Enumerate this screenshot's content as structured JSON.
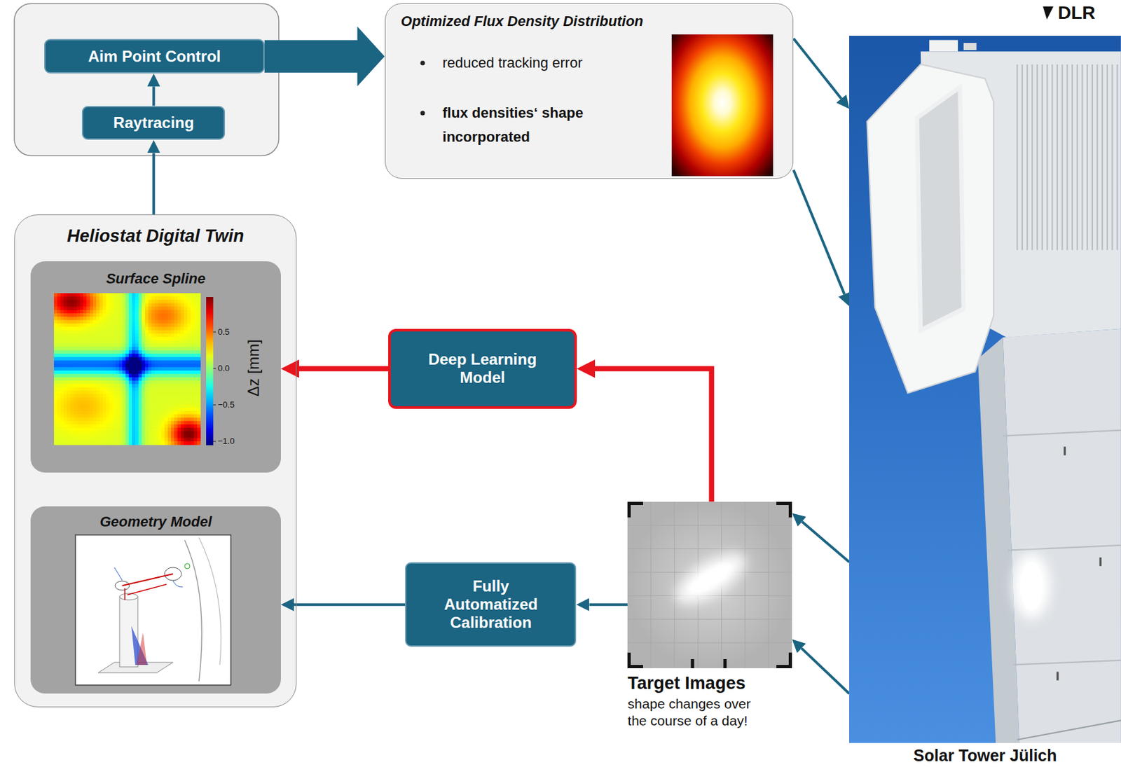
{
  "diagram": {
    "nodes": [
      {
        "text": [
          "Aim Point Control"
        ]
      },
      {
        "text": [
          "Raytracing"
        ]
      },
      {
        "text": [
          "Optimized Flux Density Distribution",
          "reduced tracking error",
          "flux densities‘ shape incorporated"
        ]
      },
      {
        "text": [
          "Heliostat Digital Twin"
        ]
      },
      {
        "text": [
          "Surface Spline"
        ],
        "in": 3
      },
      {
        "text": [
          "Geometry Model"
        ],
        "in": 3
      },
      {
        "text": [
          "Deep Learning Model"
        ]
      },
      {
        "text": [
          "Fully Automatized Calibration"
        ]
      },
      {
        "text": [
          "Target Images",
          "shape changes over the course of a day!"
        ]
      },
      {
        "text": [
          "Solar Tower Jülich"
        ]
      }
    ],
    "edges": [
      {
        "from": 1,
        "to": 0,
        "arrow": "to"
      },
      {
        "from": 0,
        "to": 2,
        "arrow": "to"
      },
      {
        "from": 3,
        "to": 1,
        "arrow": "to"
      },
      {
        "from": 2,
        "to": 9,
        "arrow": "to"
      },
      {
        "from": 2,
        "to": 9,
        "arrow": "to"
      },
      {
        "from": 9,
        "to": 8,
        "arrow": "to"
      },
      {
        "from": 9,
        "to": 8,
        "arrow": "to"
      },
      {
        "from": 8,
        "to": 6,
        "arrow": "to"
      },
      {
        "from": 6,
        "to": 4,
        "arrow": "to"
      },
      {
        "from": 8,
        "to": 7,
        "arrow": "to"
      },
      {
        "from": 7,
        "to": 5,
        "arrow": "to"
      }
    ],
    "labels": [
      "DLR",
      "0.5",
      "0.0",
      "−0.5",
      "−1.0",
      "Δz [mm]"
    ]
  }
}
